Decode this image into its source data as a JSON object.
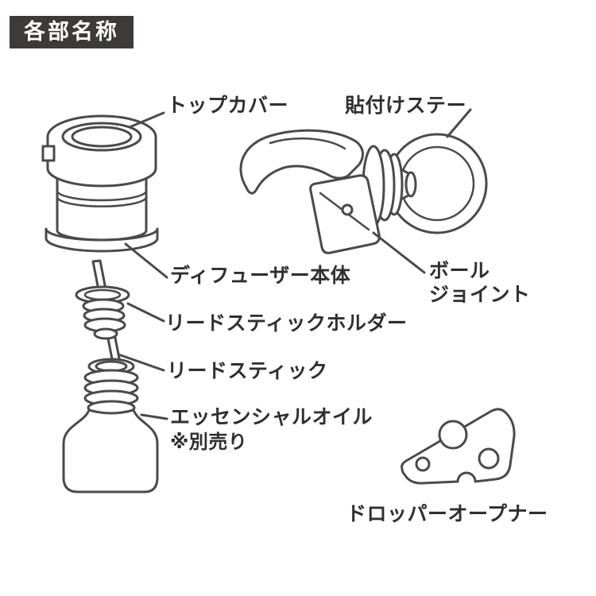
{
  "badge": {
    "label": "各部名称"
  },
  "labels": {
    "top_cover": "トップカバー",
    "attach_stay": "貼付けステー",
    "diffuser_body": "ディフューザー本体",
    "ball_joint": {
      "line1": "ボール",
      "line2": "ジョイント"
    },
    "reed_stick_holder": "リードスティックホルダー",
    "reed_stick": "リードスティック",
    "essential_oil": "エッセンシャルオイル",
    "essential_oil_note": "※別売り",
    "dropper_opener": "ドロッパーオープナー"
  },
  "colors": {
    "line": "#4a4a4a",
    "text": "#2f2f2f",
    "badge_bg": "#3d3a39",
    "badge_text": "#ffffff",
    "background": "#ffffff"
  }
}
